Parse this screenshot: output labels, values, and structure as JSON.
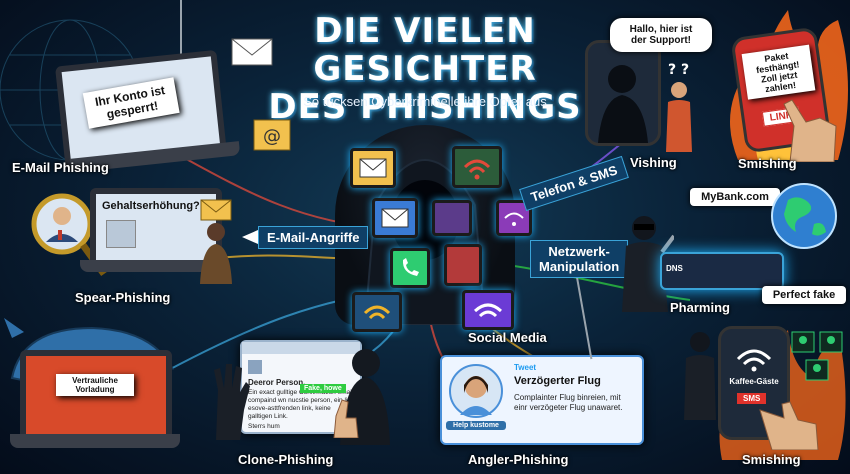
{
  "header": {
    "title_line1": "DIE VIELEN GESICHTER",
    "title_line2": "DES PHISHINGS",
    "subtitle": "So tricksen Cyberkriminelle ihre Opfer aus"
  },
  "labels": {
    "email_phishing": "E-Mail Phishing",
    "spear_phishing": "Spear-Phishing",
    "clone_phishing": "Clone-Phishing",
    "angler_phishing": "Angler-Phishing",
    "vishing": "Vishing",
    "smishing_top": "Smishing",
    "smishing_bottom": "Smishing",
    "pharming": "Pharming",
    "social_media": "Social Media"
  },
  "arrows": {
    "email_attacks": "E-Mail-Angriffe",
    "phone_sms": "Telefon & SMS",
    "network_line1": "Netzwerk-",
    "network_line2": "Manipulation"
  },
  "texts": {
    "konto_line1": "Ihr Konto ist",
    "konto_line2": "gesperrt!",
    "gehalt": "Gehaltserhöhung?",
    "support_line1": "Hallo, hier ist",
    "support_line2": "der Support!",
    "question": "? ?",
    "paket_line1": "Paket festhängt!",
    "paket_line2": "Zoll jetzt zahlen!",
    "link": "LINK",
    "mybank": "MyBank.com",
    "perfect_fake": "Perfect fake",
    "dns": "DNS",
    "kaffee": "Kaffee-Gäste",
    "sms": "SMS",
    "vertrauliche_line1": "Vertrauliche",
    "vertrauliche_line2": "Vorladung",
    "clone_greeting": "Deeror Person,",
    "clone_body": "Ein exact gulltige Confirmation email compaind wn nucstie person, ein lits esove-asttfrenden link, keine galltigen Link.",
    "clone_fake": "Fake, howe",
    "clone_footer": "Sterrs hum",
    "tweet_header": "Tweet",
    "tweet_title": "Verzögerter Flug",
    "tweet_body": "Complainter Flug binreien, mit einr verzögeter Flug unawaret.",
    "help_kustome": "Help kustome"
  },
  "colors": {
    "accent": "#3aa3d8",
    "fire": "#ff6a1a",
    "alert": "#e0322b",
    "highlight": "#2ecc40"
  },
  "icons": [
    "envelope-icon",
    "at-icon",
    "fishhook-icon",
    "magnifier-icon",
    "whale-icon",
    "wifi-icon",
    "phone-icon",
    "globe-icon",
    "router-icon",
    "hacker-icon"
  ]
}
